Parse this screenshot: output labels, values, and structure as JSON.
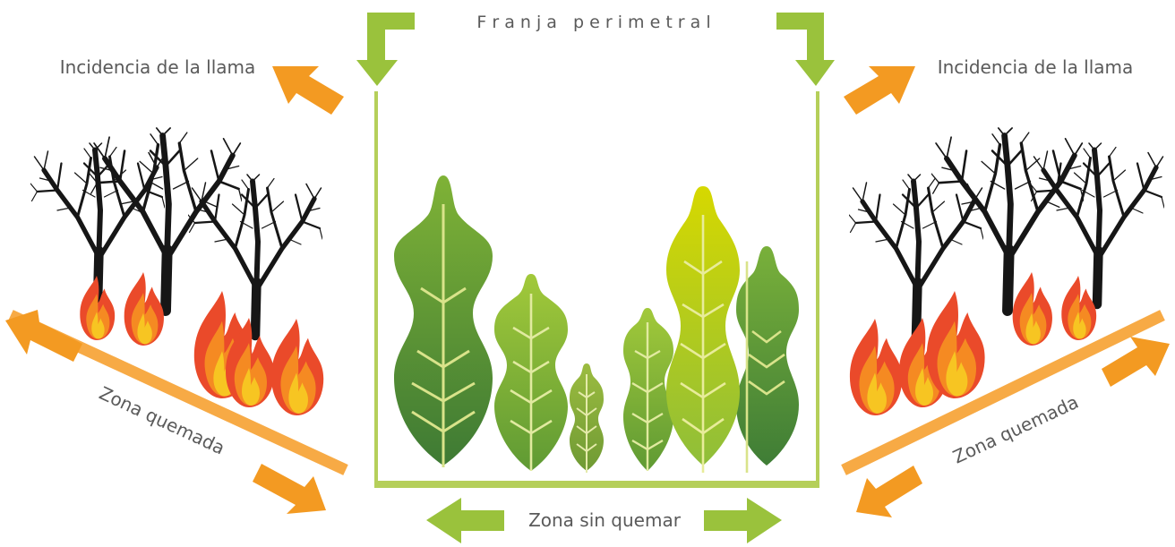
{
  "labels": {
    "title": "F r a n j a   p e r i m e t r a l",
    "flame_left": "Incidencia de la llama",
    "flame_right": "Incidencia de la llama",
    "burned_left": "Zona quemada",
    "burned_right": "Zona quemada",
    "unburned": "Zona sin quemar"
  },
  "colors": {
    "green_bright": "#9ac23c",
    "green_light": "#b5cf5a",
    "orange": "#f39a22",
    "orange_light": "#f7aa45",
    "flame_red": "#e9432b",
    "flame_yellow": "#f7c422",
    "tree_black": "#161616",
    "text_gray": "#5a5a5a"
  }
}
